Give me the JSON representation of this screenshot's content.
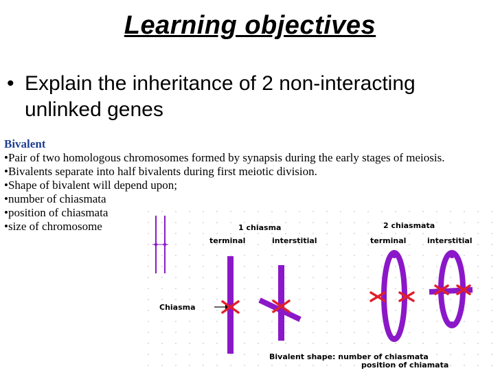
{
  "slide": {
    "title": "Learning objectives",
    "objective_bullet": "•",
    "objective_text": "Explain the inheritance of 2 non-interacting unlinked genes"
  },
  "bivalent": {
    "heading": "Bivalent",
    "lines": [
      "•Pair of two homologous chromosomes formed by synapsis during the early stages of meiosis.",
      "•Bivalents separate into half bivalents during first meiotic division.",
      "•Shape of bivalent will depend upon;",
      "•number of chiasmata",
      "•position of chiasmata",
      "•size of chromosome"
    ]
  },
  "figure": {
    "label_1_chiasma": "1 chiasma",
    "label_2_chiasmata": "2 chiasmata",
    "label_terminal_1": "terminal",
    "label_interstitial_1": "interstitial",
    "label_terminal_2": "terminal",
    "label_interstitial_2": "interstitial",
    "label_chiasma": "Chiasma",
    "caption_line1": "Bivalent shape: number of chiasmata",
    "caption_line2": "position of chiamata",
    "chromosome_color": "#8b18c8",
    "chiasma_color": "#e0202c",
    "dot_color": "#b8b8b8"
  }
}
